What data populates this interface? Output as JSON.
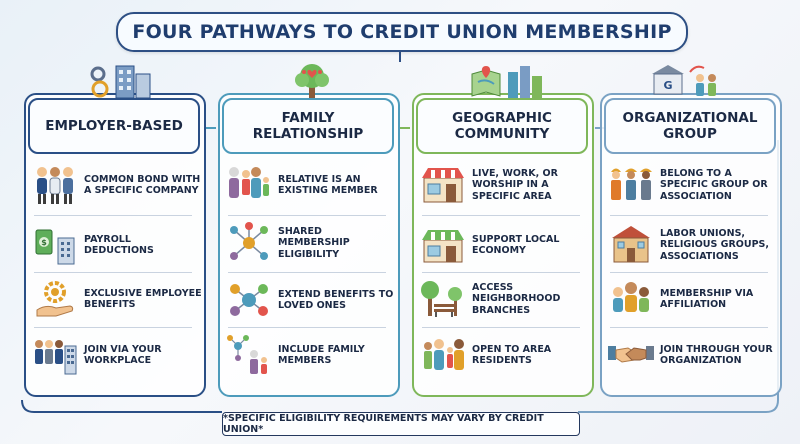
{
  "title": "FOUR PATHWAYS TO CREDIT UNION MEMBERSHIP",
  "colors": {
    "employer": "#2a4f86",
    "family": "#4d9bbb",
    "geographic": "#7fb75a",
    "organizational": "#7aa2c4"
  },
  "pathways": [
    {
      "header": "EMPLOYER-BASED",
      "icon": "office-gear-icon",
      "items": [
        {
          "label": "COMMON BOND WITH A SPECIFIC COMPANY",
          "icon": "employees-icon"
        },
        {
          "label": "PAYROLL DEDUCTIONS",
          "icon": "paycheck-icon"
        },
        {
          "label": "EXCLUSIVE EMPLOYEE BENEFITS",
          "icon": "hand-gear-icon"
        },
        {
          "label": "JOIN VIA YOUR WORKPLACE",
          "icon": "team-building-icon"
        }
      ]
    },
    {
      "header": "FAMILY RELATIONSHIP",
      "icon": "family-tree-icon",
      "items": [
        {
          "label": "RELATIVE IS AN EXISTING MEMBER",
          "icon": "family-group-icon"
        },
        {
          "label": "SHARED MEMBERSHIP ELIGIBILITY",
          "icon": "network-icon"
        },
        {
          "label": "EXTEND BENEFITS TO LOVED ONES",
          "icon": "connected-people-icon"
        },
        {
          "label": "INCLUDE FAMILY MEMBERS",
          "icon": "family-walking-icon"
        }
      ]
    },
    {
      "header": "GEOGRAPHIC COMMUNITY",
      "icon": "map-city-icon",
      "items": [
        {
          "label": "LIVE, WORK, OR WORSHIP IN A SPECIFIC AREA",
          "icon": "storefront-icon"
        },
        {
          "label": "SUPPORT LOCAL ECONOMY",
          "icon": "local-shop-icon"
        },
        {
          "label": "ACCESS NEIGHBORHOOD BRANCHES",
          "icon": "park-bench-icon"
        },
        {
          "label": "OPEN TO AREA RESIDENTS",
          "icon": "residents-icon"
        }
      ]
    },
    {
      "header": "ORGANIZATIONAL GROUP",
      "icon": "institution-people-icon",
      "items": [
        {
          "label": "BELONG TO A SPECIFIC GROUP OR ASSOCIATION",
          "icon": "workers-icon"
        },
        {
          "label": "LABOR UNIONS, RELIGIOUS GROUPS, ASSOCIATIONS",
          "icon": "union-hall-icon"
        },
        {
          "label": "MEMBERSHIP VIA AFFILIATION",
          "icon": "group-affiliation-icon"
        },
        {
          "label": "JOIN THROUGH YOUR ORGANIZATION",
          "icon": "handshake-icon"
        }
      ]
    }
  ],
  "footnote": "*SPECIFIC ELIGIBILITY REQUIREMENTS MAY VARY BY CREDIT UNION*"
}
